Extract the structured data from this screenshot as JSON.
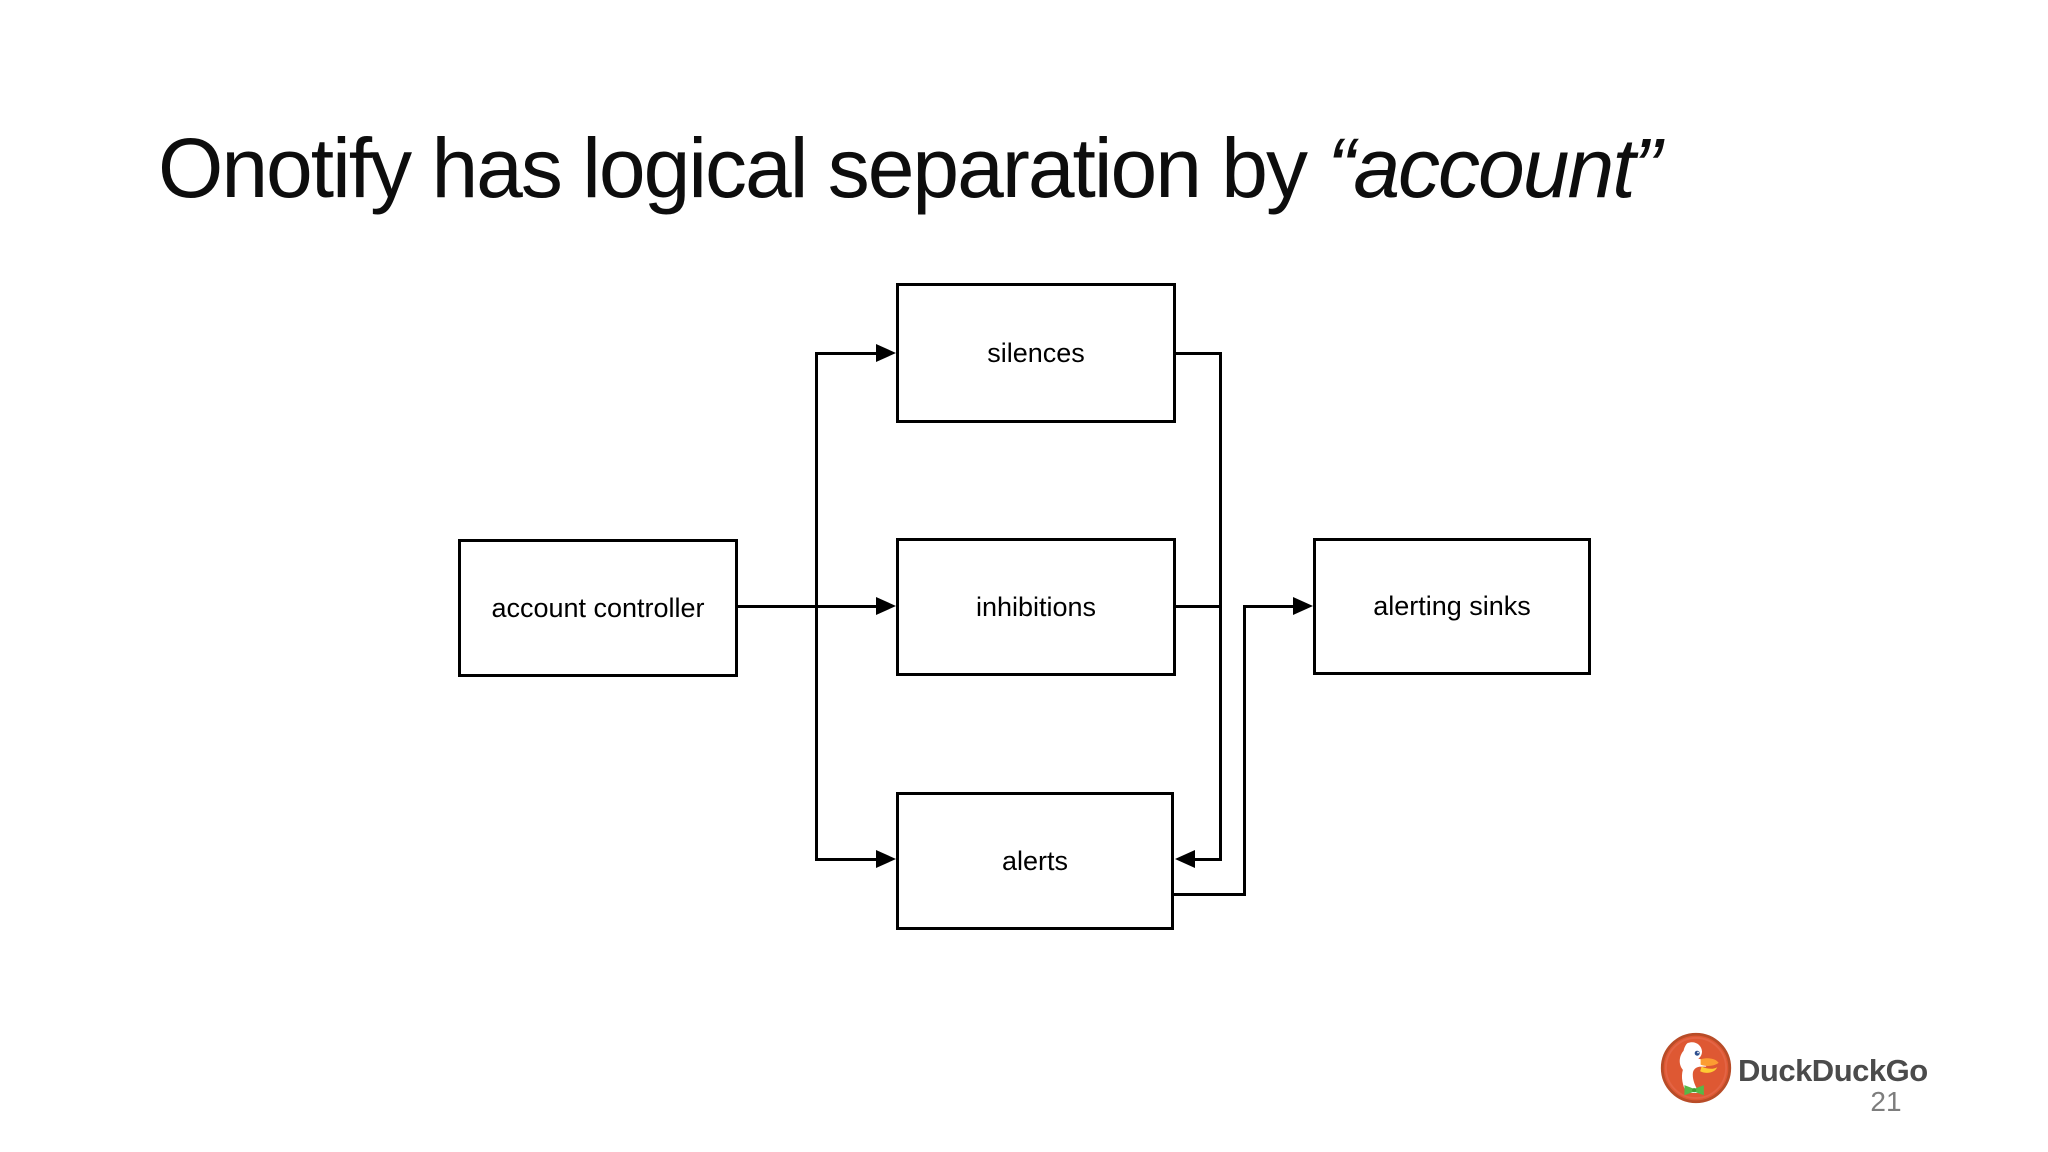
{
  "slide": {
    "title": {
      "regular": "Onotify has logical separation by ",
      "italic": "“account”"
    },
    "page_number": "21"
  },
  "diagram": {
    "nodes": [
      {
        "id": "account-controller",
        "label": "account controller"
      },
      {
        "id": "silences",
        "label": "silences"
      },
      {
        "id": "inhibitions",
        "label": "inhibitions"
      },
      {
        "id": "alerts",
        "label": "alerts"
      },
      {
        "id": "alerting-sinks",
        "label": "alerting sinks"
      }
    ],
    "edges": [
      {
        "from": "account controller",
        "to": "silences"
      },
      {
        "from": "account controller",
        "to": "inhibitions"
      },
      {
        "from": "account controller",
        "to": "alerts"
      },
      {
        "from": "silences",
        "to": "alerts"
      },
      {
        "from": "inhibitions",
        "to": "alerts"
      },
      {
        "from": "alerts",
        "to": "alerting sinks"
      }
    ]
  },
  "branding": {
    "logo_icon": "duckduckgo-logo",
    "wordmark": "DuckDuckGo"
  },
  "colors": {
    "background": "#ffffff",
    "line": "#000000",
    "title_text": "#0d0d0d",
    "wordmark_text": "#4b4b4b",
    "page_number_text": "#7d7d7d",
    "logo_orange": "#de5833",
    "logo_orange_dark": "#b84c28",
    "logo_green": "#57b747",
    "logo_beak_orange": "#fc9d32",
    "logo_beak_yellow": "#ffcc33",
    "logo_eye_blue": "#2d4f8e"
  }
}
